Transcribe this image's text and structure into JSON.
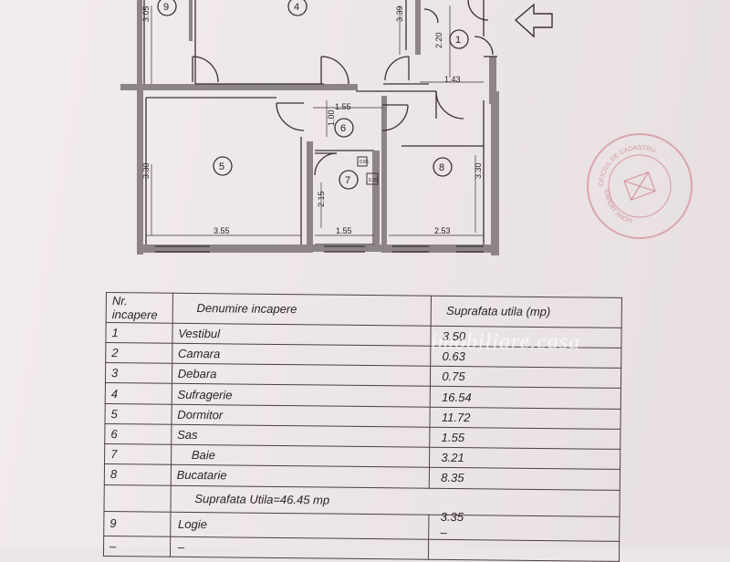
{
  "plan": {
    "rooms": [
      {
        "number": "1"
      },
      {
        "number": "4"
      },
      {
        "number": "5"
      },
      {
        "number": "6"
      },
      {
        "number": "7"
      },
      {
        "number": "8"
      },
      {
        "number": "9"
      }
    ],
    "dimensions": [
      "3.05",
      "3.39",
      "2.20",
      "1.43",
      "1.55",
      "1.00",
      "3.30",
      "2.15",
      "3.30",
      "3.55",
      "1.55",
      "2.53"
    ],
    "small_marks": [
      "0.55",
      "0.35"
    ]
  },
  "stamp": {
    "text_top": "OFICIUL DE CADASTRU",
    "text_bottom": "EXPERT ANCPI",
    "color": "#c4606c"
  },
  "watermark": {
    "text": "imobiliare.casa"
  },
  "table": {
    "header": {
      "nr_line1": "Nr.",
      "nr_line2": "incapere",
      "name": "Denumire incapere",
      "area": "Suprafata utila (mp)"
    },
    "rows": [
      {
        "nr": "1",
        "name": "Vestibul",
        "area": "3.50"
      },
      {
        "nr": "2",
        "name": "Camara",
        "area": "0.63"
      },
      {
        "nr": "3",
        "name": "Debara",
        "area": "0.75"
      },
      {
        "nr": "4",
        "name": "Sufragerie",
        "area": "16.54"
      },
      {
        "nr": "5",
        "name": "Dormitor",
        "area": "11.72"
      },
      {
        "nr": "6",
        "name": "Sas",
        "area": "1.55"
      },
      {
        "nr": "7",
        "name": "Baie",
        "area": "3.21"
      },
      {
        "nr": "8",
        "name": "Bucatarie",
        "area": "8.35"
      }
    ],
    "total": "Suprafata Utila=46.45 mp",
    "extra_rows": [
      {
        "nr": "9",
        "name": "Logie",
        "area": "3.35",
        "dash": "–"
      },
      {
        "nr": "–",
        "name": "–",
        "area": ""
      }
    ]
  }
}
